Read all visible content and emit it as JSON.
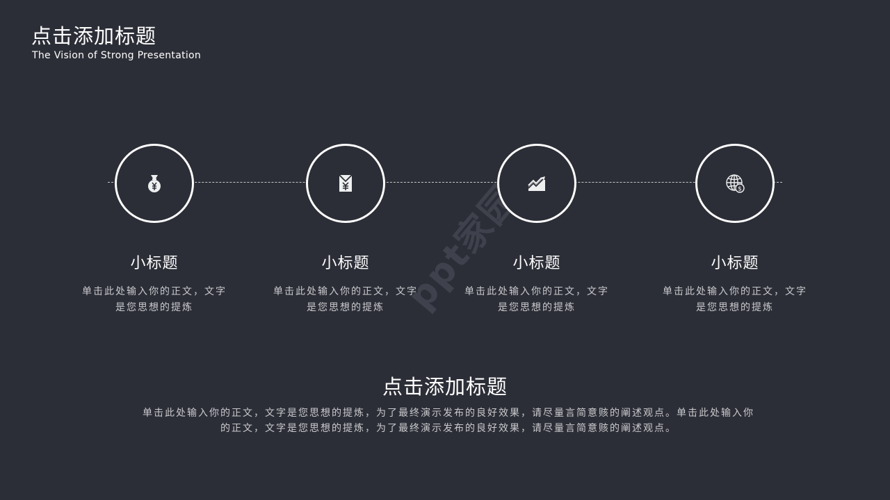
{
  "header": {
    "title": "点击添加标题",
    "subtitle": "The Vision of Strong Presentation"
  },
  "steps": [
    {
      "icon": "money-bag-yen-icon",
      "title": "小标题",
      "desc": "单击此处输入你的正文，文字是您思想的提炼"
    },
    {
      "icon": "envelope-yen-icon",
      "title": "小标题",
      "desc": "单击此处输入你的正文，文字是您思想的提炼"
    },
    {
      "icon": "trend-chart-icon",
      "title": "小标题",
      "desc": "单击此处输入你的正文，文字是您思想的提炼"
    },
    {
      "icon": "globe-dollar-icon",
      "title": "小标题",
      "desc": "单击此处输入你的正文，文字是您思想的提炼"
    }
  ],
  "bottom": {
    "title": "点击添加标题",
    "desc": "单击此处输入你的正文，文字是您思想的提炼，为了最终演示发布的良好效果，请尽量言简意赅的阐述观点。单击此处输入你的正文，文字是您思想的提炼，为了最终演示发布的良好效果，请尽量言简意赅的阐述观点。"
  },
  "watermark": "ppt家园",
  "colors": {
    "background": "#2c2e37",
    "foreground": "#ffffff",
    "muted_text": "#c9cace"
  }
}
